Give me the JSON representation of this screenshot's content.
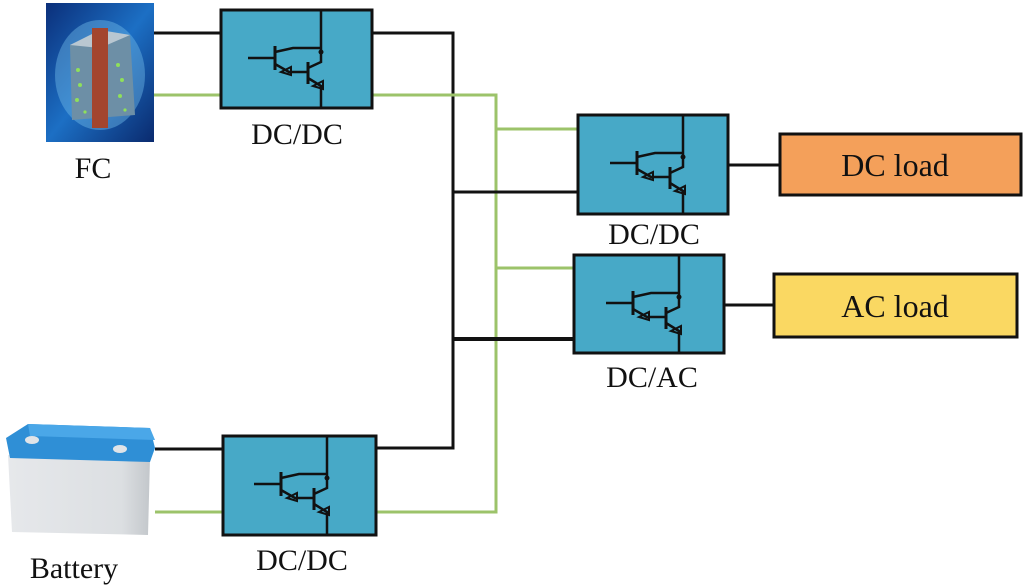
{
  "diagram": {
    "sources": [
      {
        "id": "fc",
        "label": "FC",
        "icon": "fuel-cell-icon"
      },
      {
        "id": "battery",
        "label": "Battery",
        "icon": "battery-icon"
      }
    ],
    "converters": [
      {
        "id": "conv-fc",
        "label": "DC/DC",
        "icon": "transistor-icon"
      },
      {
        "id": "conv-dcload",
        "label": "DC/DC",
        "icon": "transistor-icon"
      },
      {
        "id": "conv-acload",
        "label": "DC/AC",
        "icon": "transistor-icon"
      },
      {
        "id": "conv-battery",
        "label": "DC/DC",
        "icon": "transistor-icon"
      }
    ],
    "loads": [
      {
        "id": "dc-load",
        "label": "DC load",
        "color": "#F4A05A"
      },
      {
        "id": "ac-load",
        "label": "AC load",
        "color": "#FAD862"
      }
    ],
    "colors": {
      "converter_fill": "#47A9C7",
      "positive_wire": "#111111",
      "negative_wire": "#9CC36A"
    }
  }
}
